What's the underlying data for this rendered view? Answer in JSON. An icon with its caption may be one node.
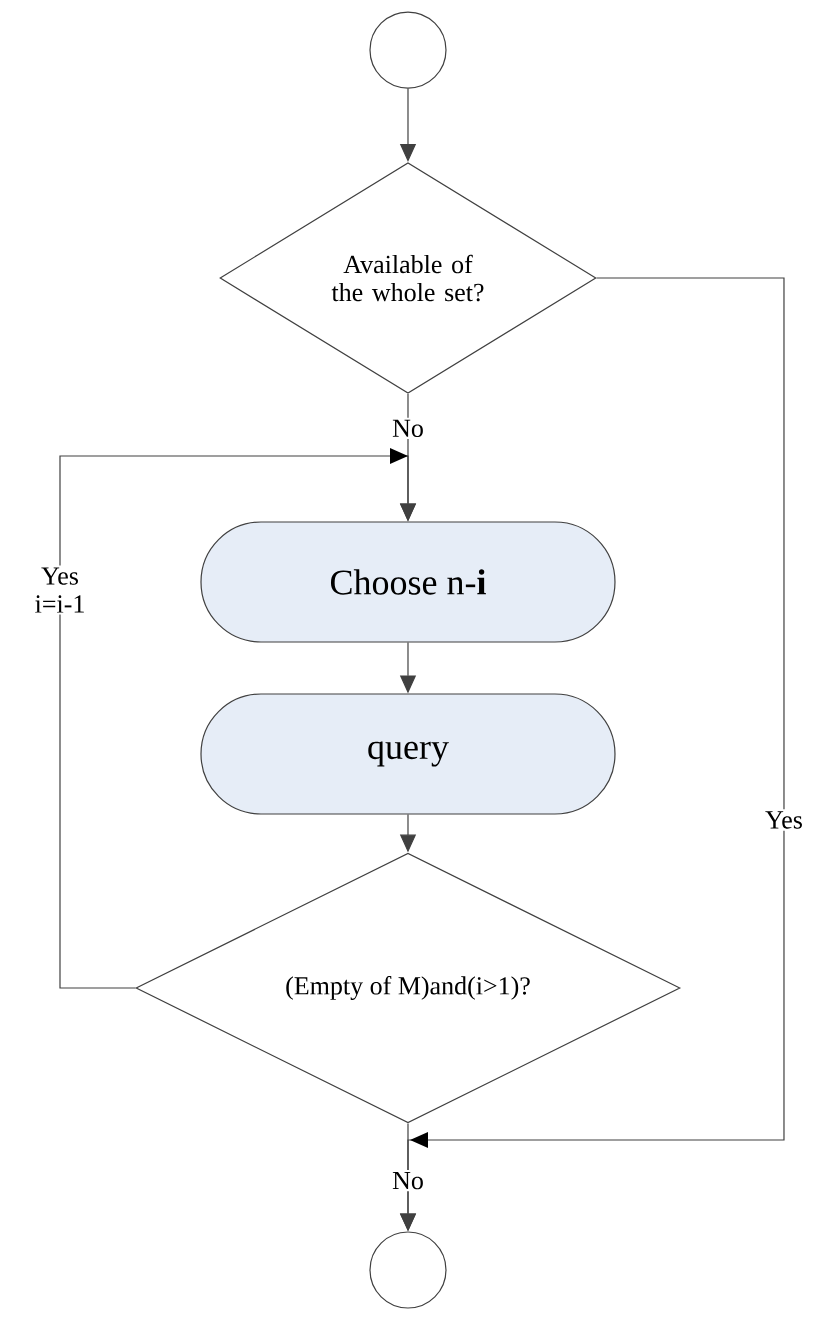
{
  "diagram": {
    "nodes": [
      {
        "text": [],
        "shape": "circle"
      },
      {
        "text": [
          "Available of the whole set?"
        ]
      },
      {
        "text": [
          "Choose n-**i**"
        ]
      },
      {
        "text": [
          "query"
        ]
      },
      {
        "text": [
          "(Empty of M)and(i>1)?"
        ]
      },
      {
        "text": [],
        "shape": "circle"
      }
    ],
    "edges": [
      {
        "from": 0,
        "to": 1,
        "arrow": "to"
      },
      {
        "from": 1,
        "to": 2,
        "arrow": "to",
        "label": "No"
      },
      {
        "from": 2,
        "to": 3,
        "arrow": "to"
      },
      {
        "from": 3,
        "to": 4,
        "arrow": "to"
      },
      {
        "from": 4,
        "to": 2,
        "arrow": "to",
        "label": "Yes i=i-1"
      },
      {
        "from": 1,
        "to": 5,
        "arrow": "to",
        "label": "Yes"
      },
      {
        "from": 4,
        "to": 5,
        "arrow": "to",
        "label": "No"
      }
    ]
  }
}
